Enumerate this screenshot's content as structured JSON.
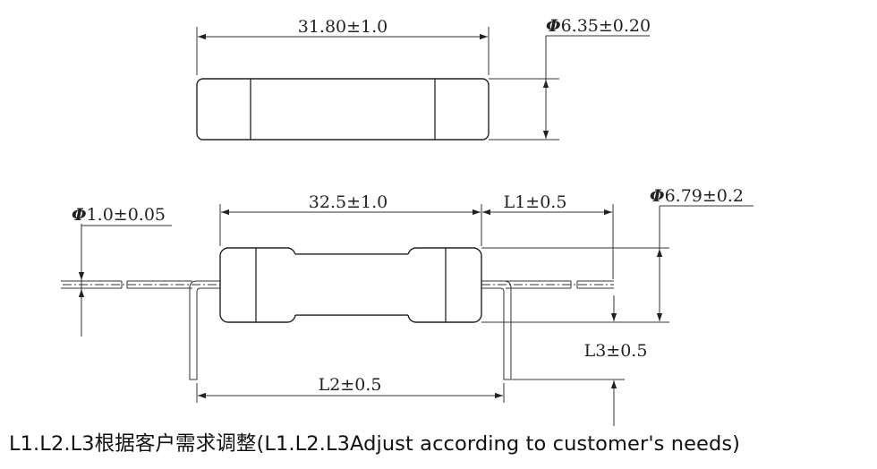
{
  "top_view": {
    "length_label": "31.80±1.0",
    "diameter_symbol": "Φ",
    "diameter_label": "6.35±0.20"
  },
  "bottom_view": {
    "lead_symbol": "Φ",
    "lead_diameter_label": "1.0±0.05",
    "body_length_label": "32.5±1.0",
    "l1_label": "L1±0.5",
    "diameter_symbol": "Φ",
    "diameter_label": "6.79±0.2",
    "l2_label": "L2±0.5",
    "l3_label": "L3±0.5"
  },
  "caption": "L1.L2.L3根据客户需求调整(L1.L2.L3Adjust according to customer's needs)"
}
